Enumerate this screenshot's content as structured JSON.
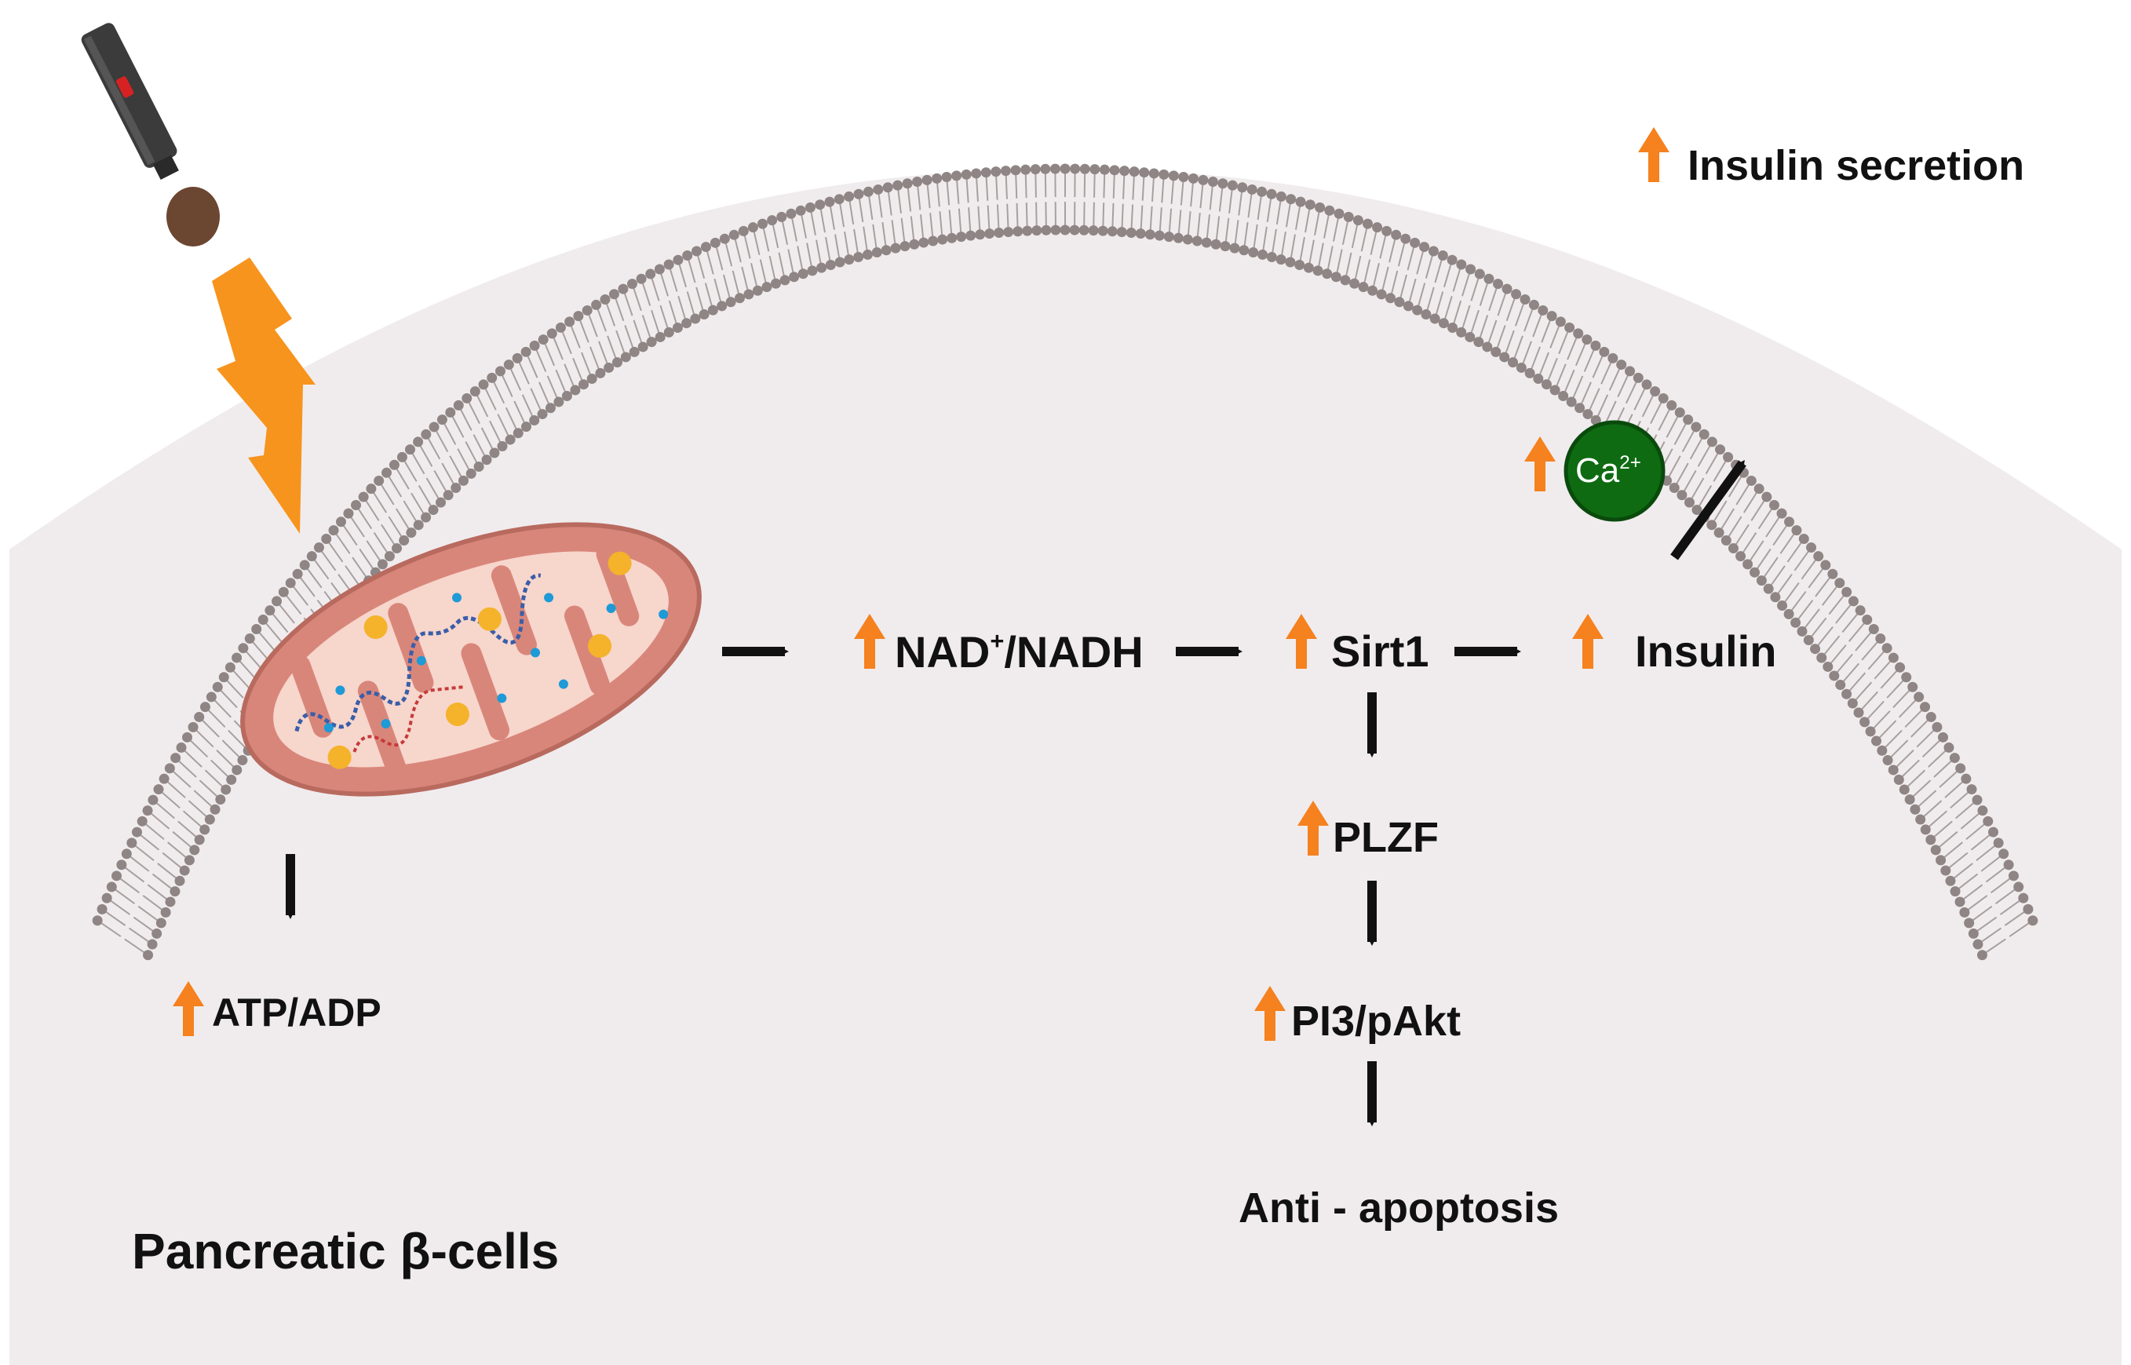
{
  "labels": {
    "insulin_secretion": "Insulin secretion",
    "nad": "NAD",
    "nad_sup": "+",
    "nad_rest": "/NADH",
    "sirt1": "Sirt1",
    "insulin": "Insulin",
    "plzf": "PLZF",
    "pi3": "PI3/pAkt",
    "anti_apoptosis": "Anti - apoptosis",
    "atp_adp": "ATP/ADP",
    "cell_type": "Pancreatic β-cells",
    "ca": "Ca",
    "ca_sup": "2+"
  },
  "colors": {
    "cell_fill": "#f0ecee",
    "membrane": "#8e8584",
    "up_arrow": "#f5811f",
    "lightning": "#f7941d",
    "mito_outer": "#d9867a",
    "mito_inner": "#f7d6cc",
    "calcium": "#0e6b12",
    "text": "#111111"
  },
  "icons": {
    "device": "laser-pen-icon",
    "light": "lightning-bolt-icon",
    "organelle": "mitochondrion-icon"
  }
}
